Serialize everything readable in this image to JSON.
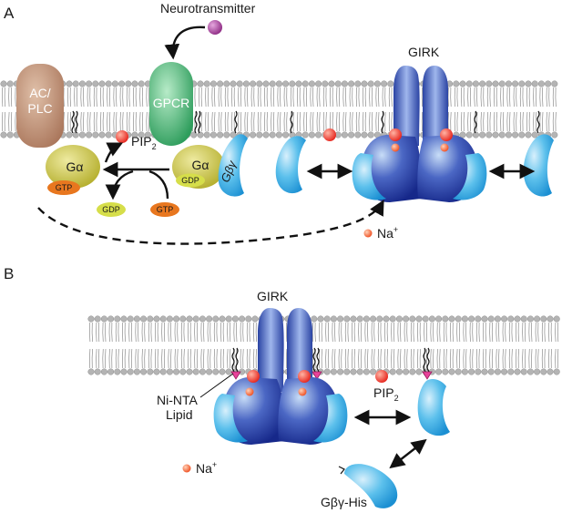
{
  "panel_a": {
    "label": "A",
    "neurotransmitter": "Neurotransmitter",
    "ac_plc_line1": "AC/",
    "ac_plc_line2": "PLC",
    "gpcr": "GPCR",
    "pip2": "PIP",
    "pip2_sub": "2",
    "galpha": "Gα",
    "gtp": "GTP",
    "gdp": "GDP",
    "gbg": "Gβγ",
    "girk": "GIRK",
    "na": "Na",
    "na_sup": "+"
  },
  "panel_b": {
    "label": "B",
    "girk": "GIRK",
    "ni_nta_line1": "Ni-NTA",
    "ni_nta_line2": "Lipid",
    "pip2": "PIP",
    "pip2_sub": "2",
    "na": "Na",
    "na_sup": "+",
    "gbg_his": "Gβγ-His"
  },
  "colors": {
    "membrane_head": "#b4b4b4",
    "ac_plc": "#b8876a",
    "gpcr": "#3fae6b",
    "galpha": "#c6c23a",
    "gtp": "#e8771f",
    "gdp": "#c9d93a",
    "gbg": "#39a9e0",
    "girk": "#1f3a9a",
    "pip2": "#e6241c",
    "na": "#f04e23",
    "neurotransmitter": "#9b2f8f",
    "ni_nta": "#e8429a"
  }
}
